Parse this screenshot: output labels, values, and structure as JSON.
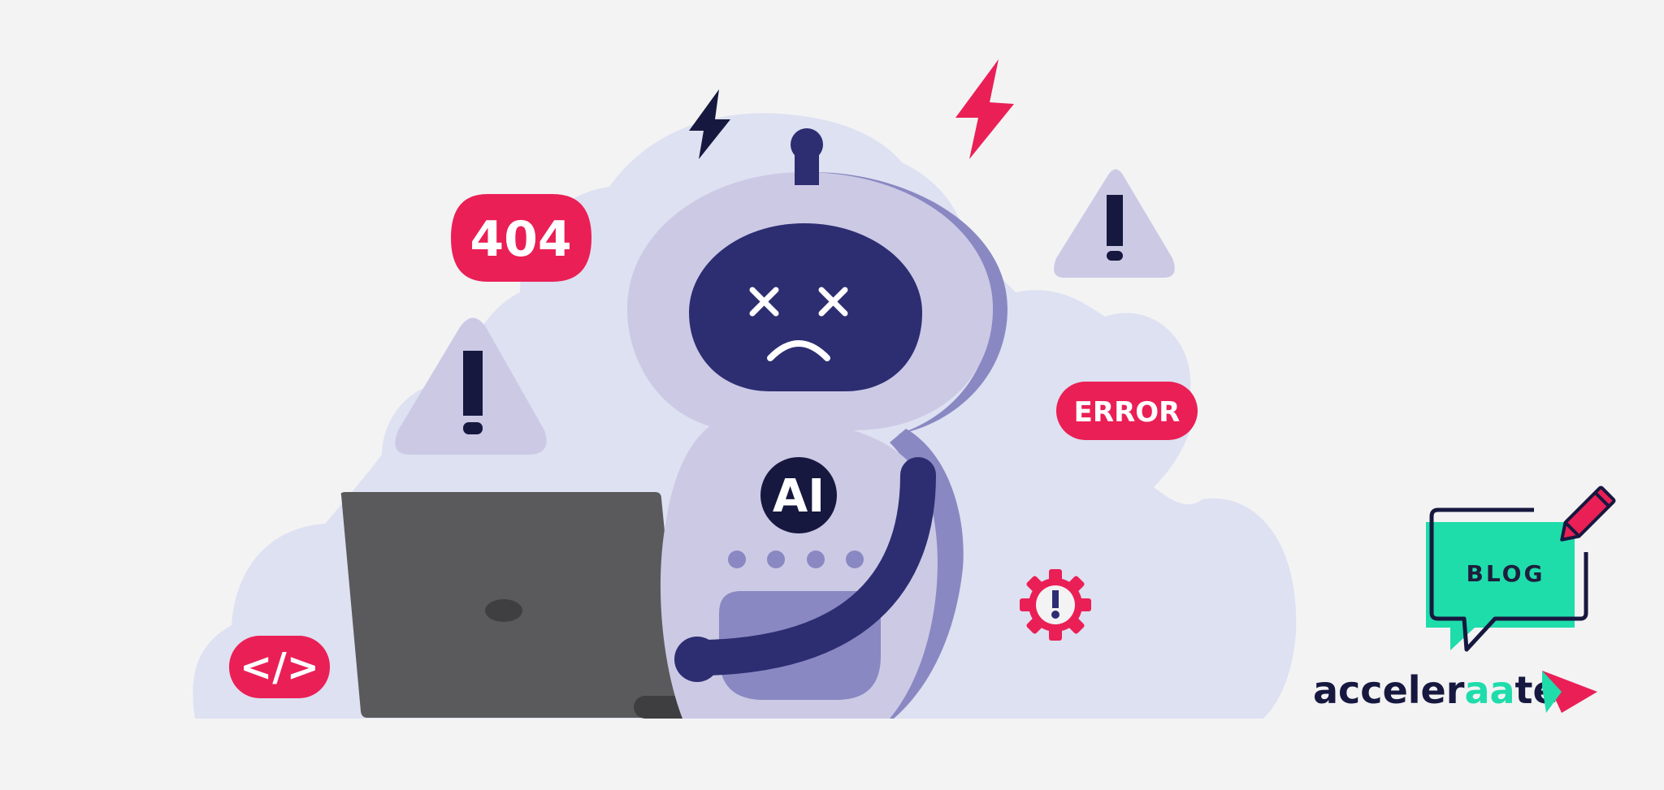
{
  "illustration": {
    "badge_404": "404",
    "badge_error": "ERROR",
    "badge_code": "</>",
    "chest_label": "AI"
  },
  "blog_bubble": {
    "label": "BLOG"
  },
  "logo": {
    "part1": "acceler",
    "part2": "aa",
    "part3": "te"
  },
  "colors": {
    "background": "#f3f3f4",
    "cloud": "#dde1f1",
    "robot_body": "#ccc9e5",
    "robot_shadow": "#8a88c2",
    "robot_dark": "#2d2d72",
    "accent_red": "#ea1f55",
    "navy": "#17183f",
    "laptop": "#5a5a5c",
    "green": "#1fdcab"
  },
  "icons": [
    "lightning-icon",
    "warning-triangle-icon",
    "error-gear-icon",
    "pencil-icon"
  ]
}
